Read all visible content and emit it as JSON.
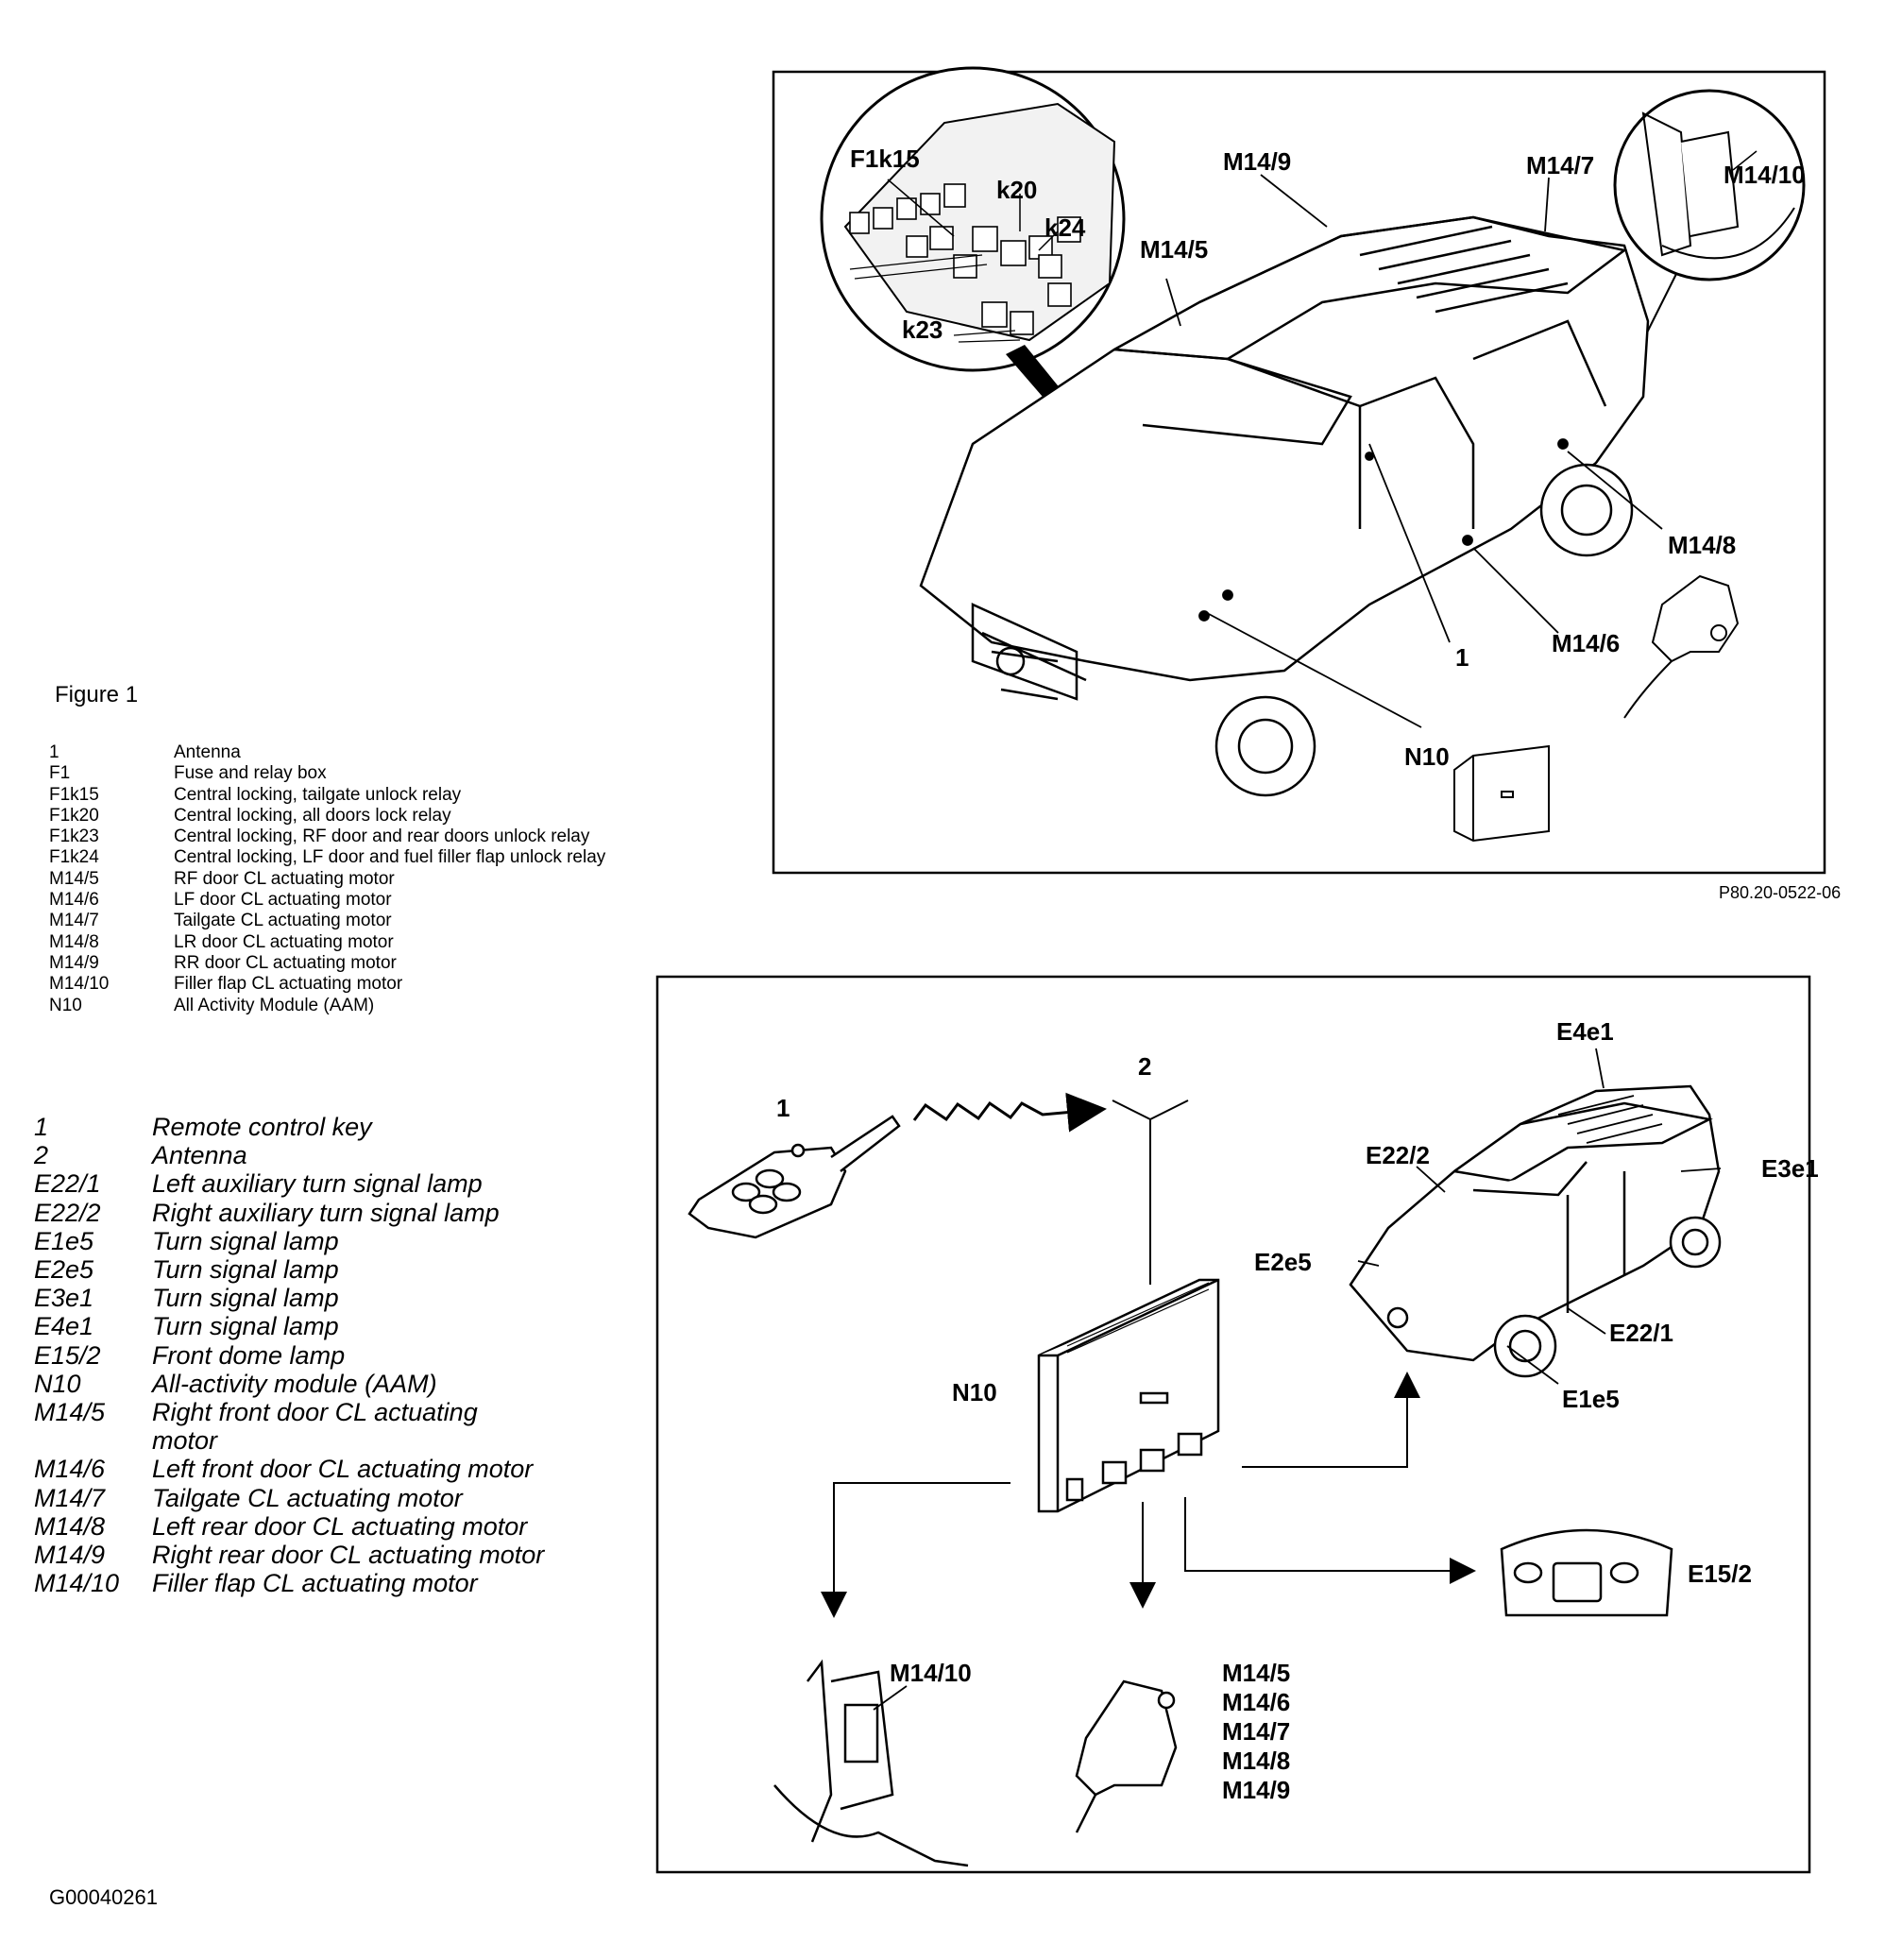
{
  "figure_title": "Figure 1",
  "legend_fig1": [
    {
      "code": "1",
      "desc": "Antenna"
    },
    {
      "code": "F1",
      "desc": "Fuse and relay box"
    },
    {
      "code": "F1k15",
      "desc": "Central locking, tailgate unlock relay"
    },
    {
      "code": "F1k20",
      "desc": "Central locking, all doors lock relay"
    },
    {
      "code": "F1k23",
      "desc": "Central locking, RF door and rear doors unlock relay"
    },
    {
      "code": "F1k24",
      "desc": "Central locking, LF door and fuel filler flap unlock relay"
    },
    {
      "code": "M14/5",
      "desc": "RF door CL actuating motor"
    },
    {
      "code": "M14/6",
      "desc": "LF door CL actuating motor"
    },
    {
      "code": "M14/7",
      "desc": "Tailgate CL actuating motor"
    },
    {
      "code": "M14/8",
      "desc": "LR door CL actuating motor"
    },
    {
      "code": "M14/9",
      "desc": "RR door CL actuating motor"
    },
    {
      "code": "M14/10",
      "desc": "Filler flap CL actuating motor"
    },
    {
      "code": "N10",
      "desc": "All Activity Module (AAM)"
    }
  ],
  "legend_fig2": [
    {
      "code": "1",
      "desc": "Remote control key"
    },
    {
      "code": "2",
      "desc": "Antenna"
    },
    {
      "code": "E22/1",
      "desc": "Left auxiliary turn signal lamp"
    },
    {
      "code": "E22/2",
      "desc": "Right auxiliary turn signal lamp"
    },
    {
      "code": "E1e5",
      "desc": "Turn signal lamp"
    },
    {
      "code": "E2e5",
      "desc": "Turn signal lamp"
    },
    {
      "code": "E3e1",
      "desc": "Turn signal lamp"
    },
    {
      "code": "E4e1",
      "desc": "Turn signal lamp"
    },
    {
      "code": "E15/2",
      "desc": "Front dome lamp"
    },
    {
      "code": "N10",
      "desc": "All-activity module (AAM)"
    },
    {
      "code": "M14/5",
      "desc": "Right front door CL actuating motor"
    },
    {
      "code": "M14/6",
      "desc": "Left front door CL actuating motor"
    },
    {
      "code": "M14/7",
      "desc": "Tailgate CL actuating motor"
    },
    {
      "code": "M14/8",
      "desc": "Left rear door CL actuating motor"
    },
    {
      "code": "M14/9",
      "desc": "Right rear door CL actuating motor"
    },
    {
      "code": "M14/10",
      "desc": "Filler flap CL actuating motor"
    }
  ],
  "diagram1": {
    "ref_code": "P80.20-0522-06",
    "labels": {
      "f1k15": "F1k15",
      "k20": "k20",
      "k24": "k24",
      "k23": "k23",
      "m14_9": "M14/9",
      "m14_7": "M14/7",
      "m14_10": "M14/10",
      "m14_5": "M14/5",
      "m14_8": "M14/8",
      "m14_6": "M14/6",
      "antenna": "1",
      "n10": "N10"
    }
  },
  "diagram2": {
    "labels": {
      "key": "1",
      "antenna": "2",
      "n10": "N10",
      "e4e1": "E4e1",
      "e22_2": "E22/2",
      "e3e1": "E3e1",
      "e2e5": "E2e5",
      "e22_1": "E22/1",
      "e1e5": "E1e5",
      "e15_2": "E15/2",
      "m14_10": "M14/10",
      "motors": [
        "M14/5",
        "M14/6",
        "M14/7",
        "M14/8",
        "M14/9"
      ]
    }
  },
  "doc_id": "G00040261"
}
